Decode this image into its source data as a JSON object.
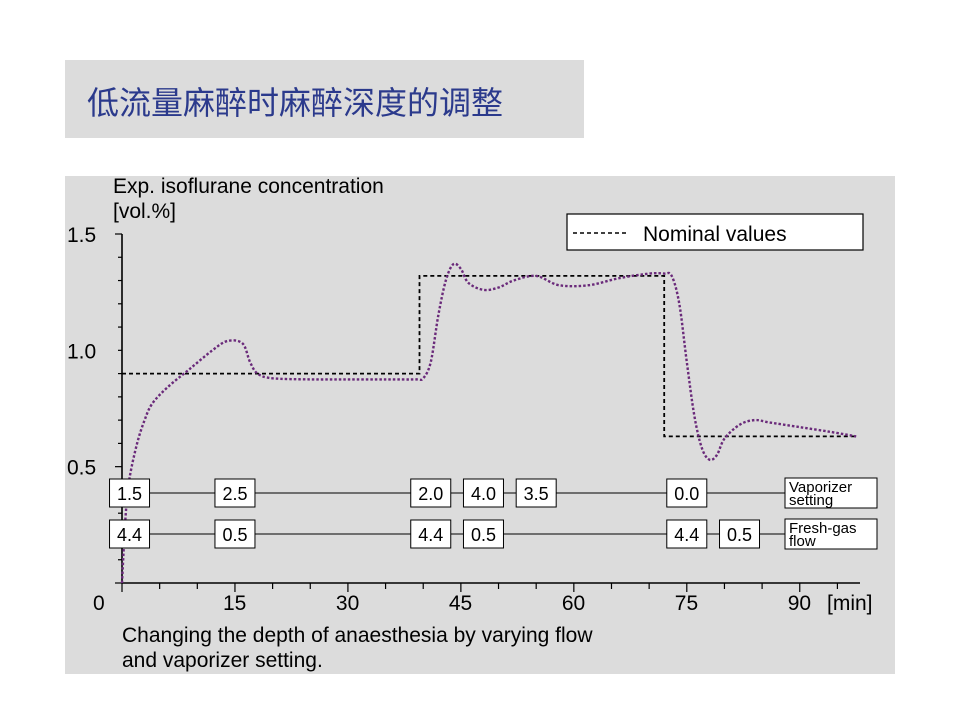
{
  "slide": {
    "title": "低流量麻醉时麻醉深度的调整"
  },
  "chart_data": {
    "type": "line",
    "ylabel_line1": "Exp. isoflurane concentration",
    "ylabel_line2": "[vol.%]",
    "xlabel": "[min]",
    "caption_line1": "Changing the depth of anaesthesia by varying flow",
    "caption_line2": "and vaporizer setting.",
    "xlim": [
      0,
      98
    ],
    "ylim": [
      0,
      1.5
    ],
    "x_ticks": [
      {
        "value": 0,
        "label": "0"
      },
      {
        "value": 15,
        "label": "15"
      },
      {
        "value": 30,
        "label": "30"
      },
      {
        "value": 45,
        "label": "45"
      },
      {
        "value": 60,
        "label": "60"
      },
      {
        "value": 75,
        "label": "75"
      },
      {
        "value": 90,
        "label": "90"
      }
    ],
    "y_ticks": [
      {
        "value": 0.5,
        "label": "0.5"
      },
      {
        "value": 1.0,
        "label": "1.0"
      },
      {
        "value": 1.5,
        "label": "1.5"
      }
    ],
    "legend": {
      "label": "Nominal values",
      "position": "top-right"
    },
    "series": [
      {
        "name": "Nominal values",
        "style": "dashed",
        "color": "#000000",
        "x": [
          0,
          39.5,
          39.5,
          72,
          72,
          97.5
        ],
        "y": [
          0.9,
          0.9,
          1.32,
          1.32,
          0.63,
          0.63
        ]
      },
      {
        "style": "dotted",
        "color": "#6a2a7a",
        "x": [
          0,
          0.5,
          1,
          2,
          3,
          4,
          6,
          9,
          12,
          14,
          16,
          17,
          18,
          20,
          25,
          30,
          35,
          39,
          40,
          41,
          42,
          43,
          44,
          45,
          46,
          48,
          50,
          52,
          55,
          58,
          62,
          66,
          70,
          72,
          73,
          74,
          75,
          76,
          77,
          78,
          79,
          80,
          82,
          84,
          86,
          90,
          94,
          97.5
        ],
        "y": [
          0,
          0.3,
          0.45,
          0.6,
          0.7,
          0.77,
          0.84,
          0.92,
          1.0,
          1.04,
          1.03,
          0.95,
          0.9,
          0.88,
          0.875,
          0.875,
          0.875,
          0.875,
          0.88,
          0.95,
          1.15,
          1.3,
          1.37,
          1.35,
          1.29,
          1.26,
          1.27,
          1.3,
          1.32,
          1.28,
          1.28,
          1.31,
          1.33,
          1.33,
          1.32,
          1.2,
          0.95,
          0.72,
          0.58,
          0.53,
          0.55,
          0.62,
          0.68,
          0.7,
          0.69,
          0.67,
          0.65,
          0.63
        ]
      }
    ],
    "vaporizer_row": {
      "label_line1": "Vaporizer",
      "label_line2": "setting",
      "boxes": [
        {
          "x": 1,
          "label": "1.5"
        },
        {
          "x": 15,
          "label": "2.5"
        },
        {
          "x": 41,
          "label": "2.0"
        },
        {
          "x": 48,
          "label": "4.0"
        },
        {
          "x": 55,
          "label": "3.5"
        },
        {
          "x": 75,
          "label": "0.0"
        }
      ]
    },
    "freshgas_row": {
      "label_line1": "Fresh-gas",
      "label_line2": "flow",
      "boxes": [
        {
          "x": 1,
          "label": "4.4"
        },
        {
          "x": 15,
          "label": "0.5"
        },
        {
          "x": 41,
          "label": "4.4"
        },
        {
          "x": 48,
          "label": "0.5"
        },
        {
          "x": 75,
          "label": "4.4"
        },
        {
          "x": 82,
          "label": "0.5"
        }
      ]
    }
  }
}
